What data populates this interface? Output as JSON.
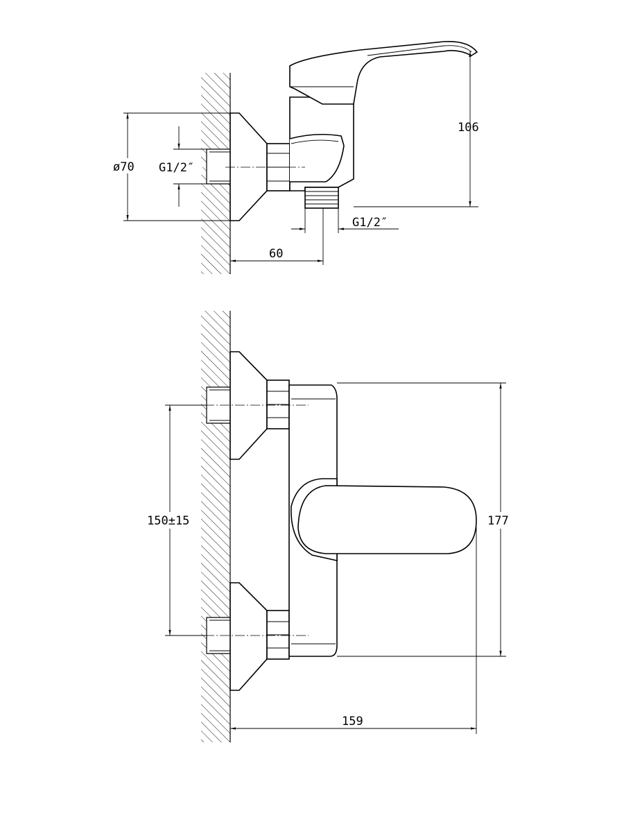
{
  "side_view": {
    "dim_height": "106",
    "dim_diameter": "ø70",
    "dim_inlet_thread": "G1/2″",
    "dim_outlet_thread": "G1/2″",
    "dim_depth": "60"
  },
  "front_view": {
    "dim_spacing": "150±15",
    "dim_height": "177",
    "dim_length": "159"
  }
}
